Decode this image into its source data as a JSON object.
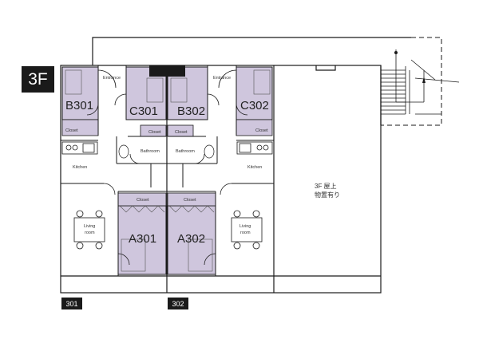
{
  "floor": "3F",
  "units": [
    {
      "id": "unit-301",
      "label": "301"
    },
    {
      "id": "unit-302",
      "label": "302"
    }
  ],
  "rooms": {
    "b301": "B301",
    "c301": "C301",
    "b302": "B302",
    "c302": "C302",
    "a301": "A301",
    "a302": "A302"
  },
  "labels": {
    "entrance": "Entrance",
    "closet": "Closet",
    "bathroom": "Bathroom",
    "kitchen": "Kitchen",
    "living_line1": "Living",
    "living_line2": "room"
  },
  "roof": {
    "line1": "3F 屋上",
    "line2": "物置有り"
  },
  "colors": {
    "bedroom_fill": "#cfc6dd",
    "wall": "#1a1a1a",
    "badge": "#1a1a1a"
  }
}
